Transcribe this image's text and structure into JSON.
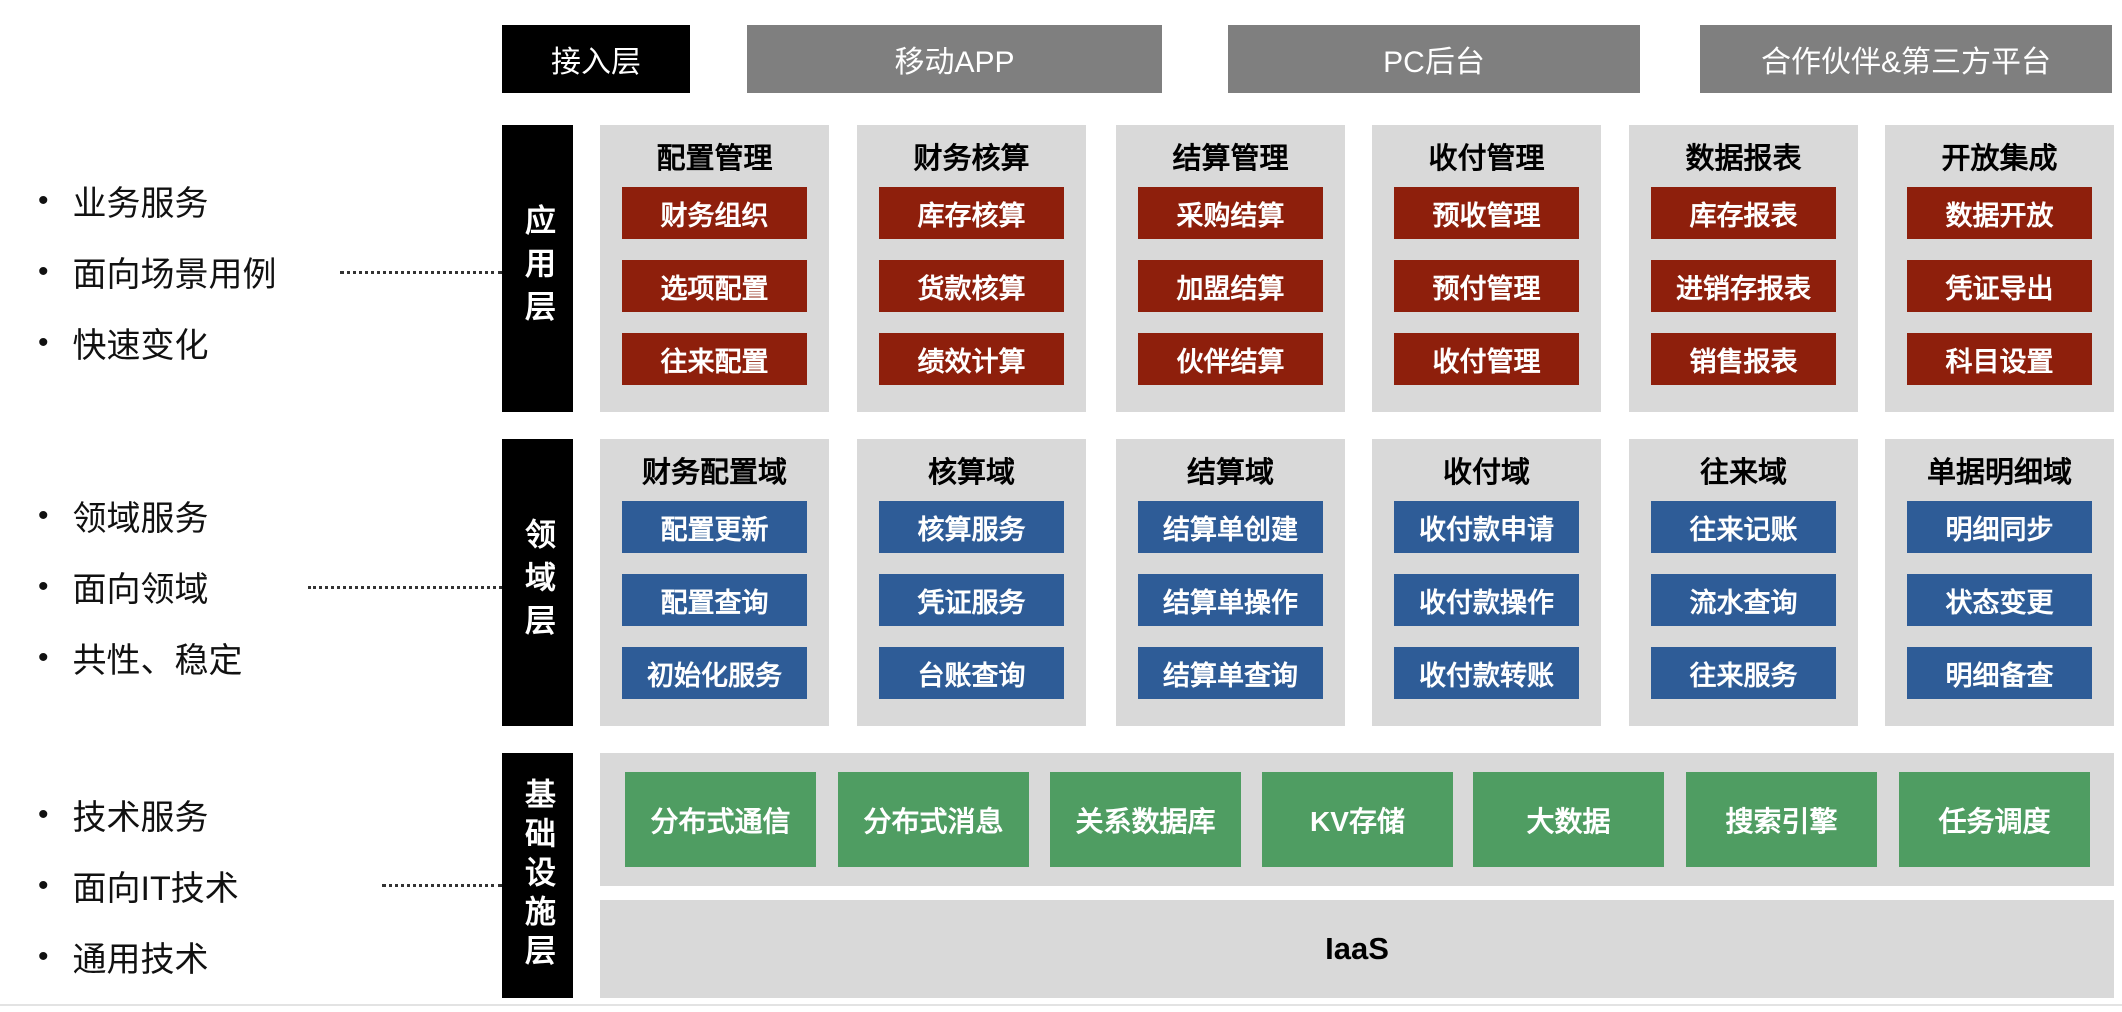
{
  "access": {
    "label": "接入层",
    "channels": [
      "移动APP",
      "PC后台",
      "合作伙伴&第三方平台"
    ]
  },
  "notes": {
    "group1": {
      "items": [
        "业务服务",
        "面向场景用例",
        "快速变化"
      ]
    },
    "group2": {
      "items": [
        "领域服务",
        "面向领域",
        "共性、稳定"
      ]
    },
    "group3": {
      "items": [
        "技术服务",
        "面向IT技术",
        "通用技术"
      ]
    }
  },
  "app_layer": {
    "label": "应用层",
    "columns": [
      {
        "title": "配置管理",
        "items": [
          "财务组织",
          "选项配置",
          "往来配置"
        ]
      },
      {
        "title": "财务核算",
        "items": [
          "库存核算",
          "货款核算",
          "绩效计算"
        ]
      },
      {
        "title": "结算管理",
        "items": [
          "采购结算",
          "加盟结算",
          "伙伴结算"
        ]
      },
      {
        "title": "收付管理",
        "items": [
          "预收管理",
          "预付管理",
          "收付管理"
        ]
      },
      {
        "title": "数据报表",
        "items": [
          "库存报表",
          "进销存报表",
          "销售报表"
        ]
      },
      {
        "title": "开放集成",
        "items": [
          "数据开放",
          "凭证导出",
          "科目设置"
        ]
      }
    ]
  },
  "domain_layer": {
    "label": "领域层",
    "columns": [
      {
        "title": "财务配置域",
        "items": [
          "配置更新",
          "配置查询",
          "初始化服务"
        ]
      },
      {
        "title": "核算域",
        "items": [
          "核算服务",
          "凭证服务",
          "台账查询"
        ]
      },
      {
        "title": "结算域",
        "items": [
          "结算单创建",
          "结算单操作",
          "结算单查询"
        ]
      },
      {
        "title": "收付域",
        "items": [
          "收付款申请",
          "收付款操作",
          "收付款转账"
        ]
      },
      {
        "title": "往来域",
        "items": [
          "往来记账",
          "流水查询",
          "往来服务"
        ]
      },
      {
        "title": "单据明细域",
        "items": [
          "明细同步",
          "状态变更",
          "明细备查"
        ]
      }
    ]
  },
  "infra_layer": {
    "label": "基础设施层",
    "items": [
      "分布式通信",
      "分布式消息",
      "关系数据库",
      "KV存储",
      "大数据",
      "搜索引擎",
      "任务调度"
    ],
    "iaas_label": "IaaS"
  },
  "colors": {
    "app_box": "#8e1f0c",
    "domain_box": "#2e5c97",
    "infra_box": "#4f9d62",
    "panel_gray": "#d9d9d9",
    "channel_gray": "#7f7f7f",
    "layer_black": "#000000"
  }
}
